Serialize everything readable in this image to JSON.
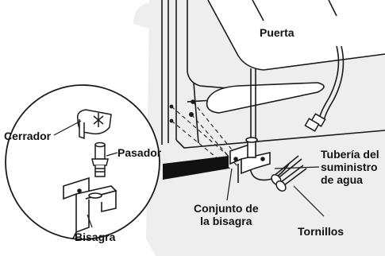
{
  "labels": {
    "door": "Puerta",
    "water_line": [
      "Tubería del",
      "suministro",
      "de agua"
    ],
    "hinge_assembly": [
      "Conjunto de",
      "la bisagra"
    ],
    "screws": "Tornillos",
    "lock": "Cerrador",
    "pin": "Pasador",
    "hinge": "Bisagra"
  },
  "colors": {
    "panel_bg": "#eeeeee",
    "line": "#1a1a1a",
    "callout": "#111111",
    "paper": "#ffffff"
  }
}
